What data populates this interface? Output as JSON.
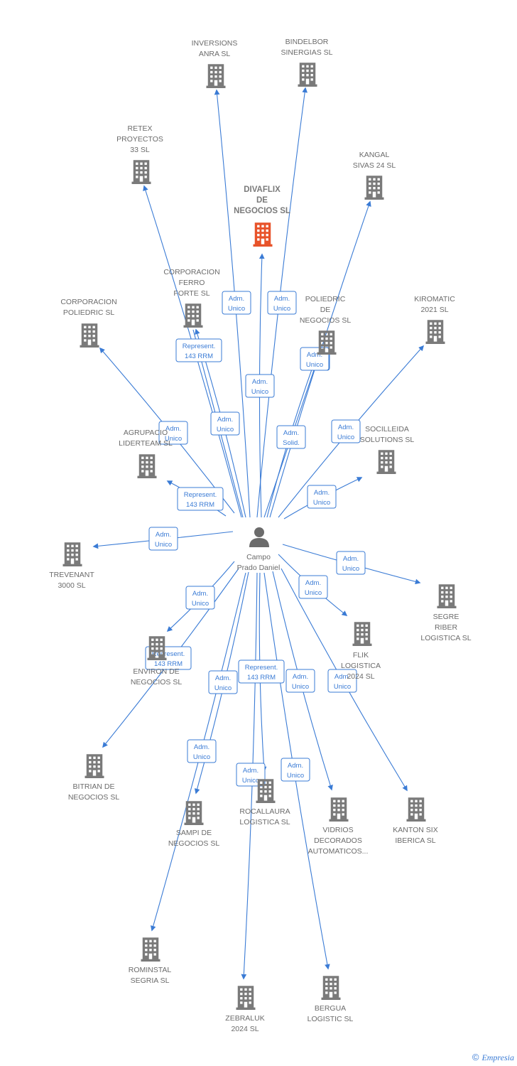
{
  "center": {
    "label_lines": [
      "Campo",
      "Prado Daniel"
    ]
  },
  "nodes": [
    {
      "id": "inversions",
      "label_lines": [
        "INVERSIONS",
        "ANRA  SL"
      ]
    },
    {
      "id": "bindelbor",
      "label_lines": [
        "BINDELBOR",
        "SINERGIAS  SL"
      ]
    },
    {
      "id": "retex",
      "label_lines": [
        "RETEX",
        "PROYECTOS",
        "33  SL"
      ]
    },
    {
      "id": "kangal",
      "label_lines": [
        "KANGAL",
        "SIVAS 24  SL"
      ]
    },
    {
      "id": "divaflix",
      "label_lines": [
        "DIVAFLIX",
        "DE",
        "NEGOCIOS  SL"
      ],
      "focus": true
    },
    {
      "id": "corpferro",
      "label_lines": [
        "CORPORACION",
        "FERRO",
        "FORTE  SL"
      ]
    },
    {
      "id": "corppoliedric",
      "label_lines": [
        "CORPORACION",
        "POLIEDRIC SL"
      ]
    },
    {
      "id": "poliedric",
      "label_lines": [
        "POLIEDRIC",
        "DE",
        "NEGOCIOS SL"
      ]
    },
    {
      "id": "kiromatic",
      "label_lines": [
        "KIROMATIC",
        "2021  SL"
      ]
    },
    {
      "id": "agrupacio",
      "label_lines": [
        "AGRUPACIO",
        "LIDERTEAM  SL"
      ]
    },
    {
      "id": "socilleida",
      "label_lines": [
        "SOCILLEIDA",
        "SOLUTIONS SL"
      ]
    },
    {
      "id": "trevenant",
      "label_lines": [
        "TREVENANT",
        "3000  SL"
      ]
    },
    {
      "id": "segre",
      "label_lines": [
        "SEGRE",
        "RIBER",
        "LOGISTICA  SL"
      ]
    },
    {
      "id": "flik",
      "label_lines": [
        "FLIK",
        "LOGISTICA",
        "2024  SL"
      ]
    },
    {
      "id": "environ",
      "label_lines": [
        "ENVIRON DE",
        "NEGOCIOS  SL"
      ]
    },
    {
      "id": "bitrian",
      "label_lines": [
        "BITRIAN DE",
        "NEGOCIOS  SL"
      ]
    },
    {
      "id": "sampi",
      "label_lines": [
        "SAMPI DE",
        "NEGOCIOS  SL"
      ]
    },
    {
      "id": "rocallaura",
      "label_lines": [
        "ROCALLAURA",
        "LOGISTICA  SL"
      ]
    },
    {
      "id": "vidrios",
      "label_lines": [
        "VIDRIOS",
        "DECORADOS",
        "AUTOMATICOS..."
      ]
    },
    {
      "id": "kanton",
      "label_lines": [
        "KANTON SIX",
        "IBERICA  SL"
      ]
    },
    {
      "id": "rominstal",
      "label_lines": [
        "ROMINSTAL",
        "SEGRIA  SL"
      ]
    },
    {
      "id": "zebraluk",
      "label_lines": [
        "ZEBRALUK",
        "2024  SL"
      ]
    },
    {
      "id": "bergua",
      "label_lines": [
        "BERGUA",
        "LOGISTIC  SL"
      ]
    }
  ],
  "edges": [
    {
      "to": "inversions",
      "label_lines": [
        "Adm.",
        "Unico"
      ]
    },
    {
      "to": "bindelbor",
      "label_lines": [
        "Adm.",
        "Unico"
      ]
    },
    {
      "to": "retex",
      "label_lines": [
        "Adm.",
        "Unico"
      ]
    },
    {
      "to": "kangal",
      "label_lines": [
        "Adm.",
        "Unico"
      ]
    },
    {
      "to": "divaflix",
      "label_lines": [
        "Adm.",
        "Unico"
      ]
    },
    {
      "to": "corpferro",
      "label_lines": [
        "Represent.",
        "143 RRM"
      ]
    },
    {
      "to": "corppoliedric",
      "label_lines": [
        "Adm.",
        "Unico"
      ]
    },
    {
      "to": "poliedric",
      "label_lines": [
        "Adm.",
        "Solid."
      ]
    },
    {
      "to": "kiromatic",
      "label_lines": [
        "Adm.",
        "Unico"
      ]
    },
    {
      "to": "agrupacio",
      "label_lines": [
        "Represent.",
        "143 RRM"
      ]
    },
    {
      "to": "socilleida",
      "label_lines": [
        "Adm.",
        "Unico"
      ]
    },
    {
      "to": "trevenant",
      "label_lines": [
        "Adm.",
        "Unico"
      ]
    },
    {
      "to": "segre",
      "label_lines": [
        "Adm.",
        "Unico"
      ]
    },
    {
      "to": "flik",
      "label_lines": [
        "Adm.",
        "Unico"
      ]
    },
    {
      "to": "environ",
      "label_lines": [
        "Adm.",
        "Unico"
      ]
    },
    {
      "to": "bitrian",
      "label_lines": [
        "Represent.",
        "143 RRM"
      ]
    },
    {
      "to": "sampi",
      "label_lines": [
        "Adm.",
        "Unico"
      ]
    },
    {
      "to": "rocallaura",
      "label_lines": [
        "Represent.",
        "143 RRM"
      ]
    },
    {
      "to": "vidrios",
      "label_lines": [
        "Adm.",
        "Unico"
      ]
    },
    {
      "to": "kanton",
      "label_lines": [
        "Adm.",
        "Unico"
      ]
    },
    {
      "to": "rominstal",
      "label_lines": [
        "Adm.",
        "Unico"
      ]
    },
    {
      "to": "zebraluk",
      "label_lines": [
        "Adm.",
        "Unico"
      ]
    },
    {
      "to": "bergua",
      "label_lines": [
        "Adm.",
        "Unico"
      ]
    }
  ],
  "extra_edges": [
    {
      "id": "poliedric-unico",
      "label_lines": [
        "Adm.",
        "Unico"
      ]
    },
    {
      "id": "corpferro-unico",
      "label_lines": [
        "Adm.",
        "Unico"
      ]
    }
  ],
  "colors": {
    "edge": "#3a7bd5",
    "building": "#7a7a7a",
    "building_focus": "#e8532a",
    "person": "#6b6b6b"
  },
  "footer": {
    "copyright": "©",
    "brand": "Empresia"
  }
}
